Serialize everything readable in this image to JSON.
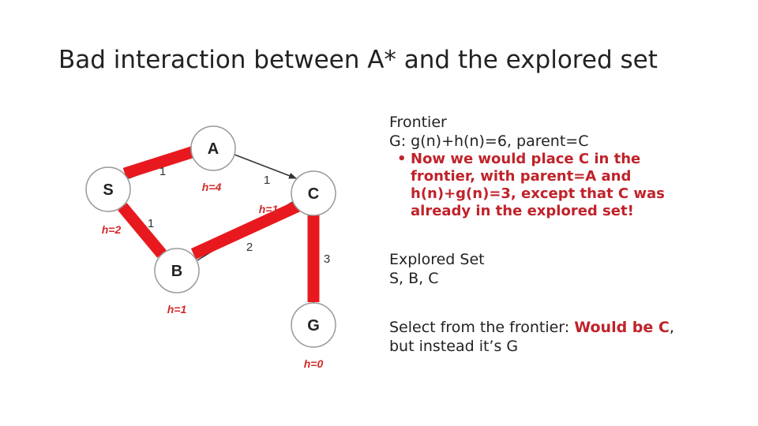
{
  "slide": {
    "title": "Bad interaction between A* and the explored set"
  },
  "graph": {
    "nodes": {
      "S": {
        "label": "S",
        "h": "h=2"
      },
      "A": {
        "label": "A",
        "h": "h=4"
      },
      "B": {
        "label": "B",
        "h": "h=1"
      },
      "C": {
        "label": "C",
        "h": "h=1"
      },
      "G": {
        "label": "G",
        "h": "h=0"
      }
    },
    "edges": {
      "S_A": "1",
      "S_B": "1",
      "A_C": "1",
      "B_C": "2",
      "C_G": "3"
    },
    "highlight_color": "#e8191e"
  },
  "panel": {
    "frontier_heading": "Frontier",
    "frontier_entry": "G: g(n)+h(n)=6, parent=C",
    "bullet_symbol": "•",
    "bullet_text": "Now we would place C in the frontier, with parent=A and h(n)+g(n)=3, except that C was already in the explored set!",
    "explored_heading": "Explored Set",
    "explored_entries": "S, B, C",
    "select_prefix": "Select from the frontier: ",
    "select_highlight": "Would be C",
    "select_comma": ",",
    "select_suffix": "but instead it’s G",
    "accent_color": "#c0222a"
  }
}
